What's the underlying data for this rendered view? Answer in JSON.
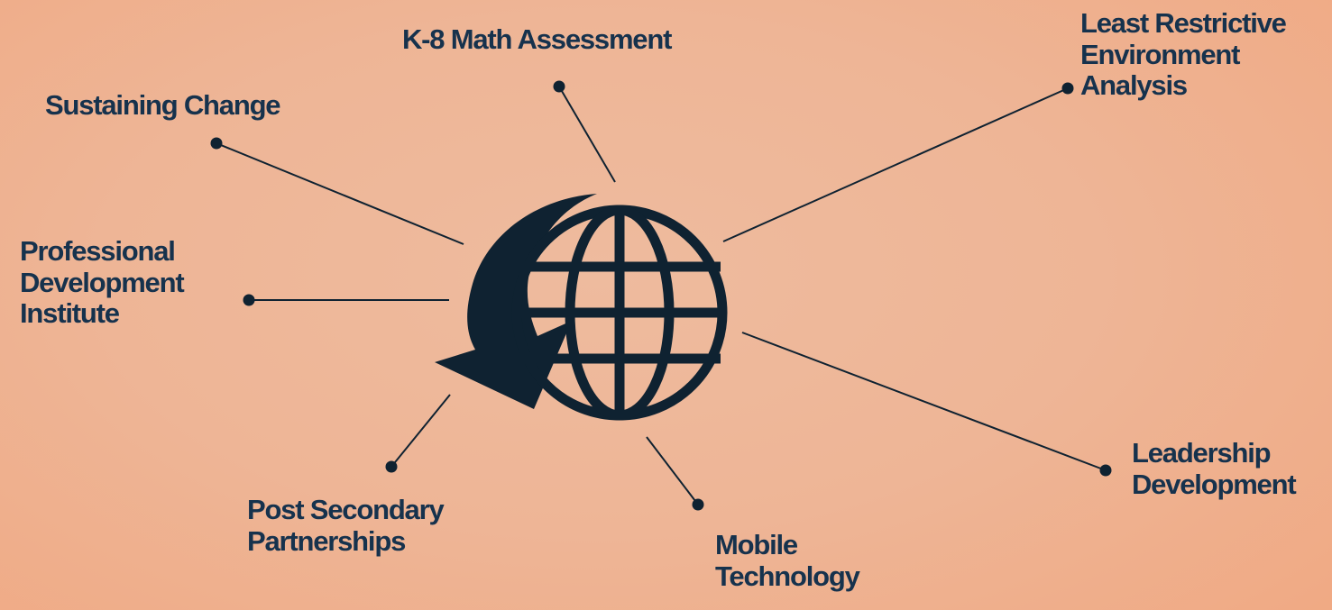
{
  "hub": {
    "icon": "globe-with-curved-arrow-icon",
    "color": "#0f2231"
  },
  "nodes": [
    {
      "id": "k8-math",
      "label": "K-8 Math Assessment"
    },
    {
      "id": "sustaining-change",
      "label": "Sustaining Change"
    },
    {
      "id": "professional-development",
      "label": "Professional\nDevelopment\nInstitute"
    },
    {
      "id": "post-secondary",
      "label": "Post Secondary\nPartnerships"
    },
    {
      "id": "mobile-technology",
      "label": "Mobile\nTechnology"
    },
    {
      "id": "leadership-development",
      "label": "Leadership\nDevelopment"
    },
    {
      "id": "least-restrictive",
      "label": "Least Restrictive\nEnvironment\nAnalysis"
    }
  ],
  "colors": {
    "background": "#eebb9e",
    "label_text": "#16324d",
    "lines": "#0f2231"
  }
}
